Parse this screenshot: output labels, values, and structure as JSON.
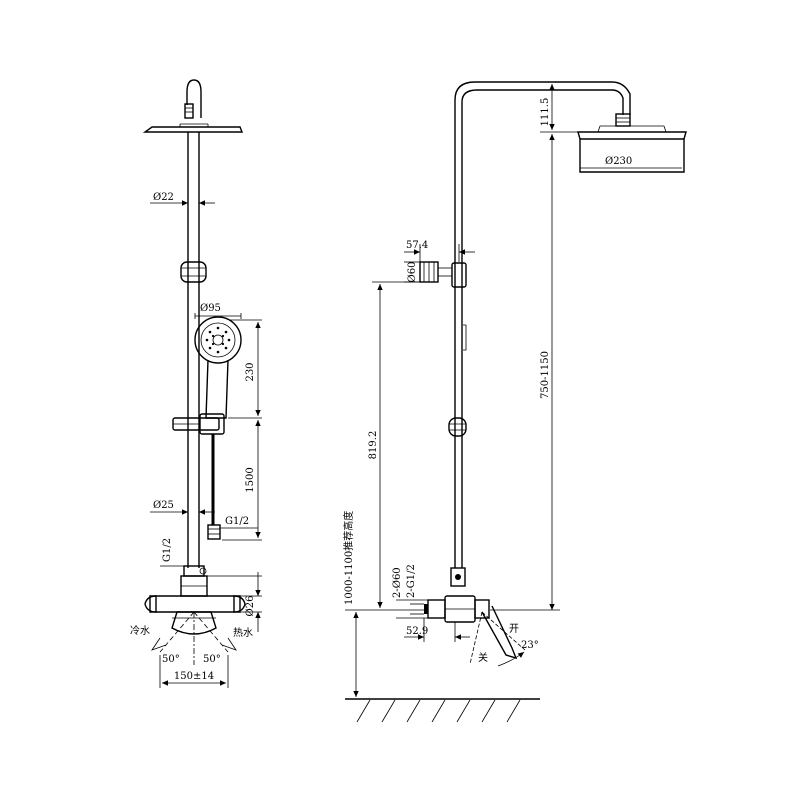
{
  "front_view": {
    "pipe_diameter": "Ø22",
    "hand_shower_diameter": "Ø95",
    "hand_shower_length": "230",
    "hose_length": "1500",
    "bar_diameter": "Ø25",
    "hose_connector": "G1/2",
    "inlet_thread": "G1/2",
    "mixer_body_diameter": "Ø26",
    "cold_water": "冷水",
    "hot_water": "热水",
    "angle_left": "50°",
    "angle_right": "50°",
    "center_distance": "150±14"
  },
  "side_view": {
    "arm_height": "111.5",
    "head_diameter": "Ø230",
    "holder_offset": "57.4",
    "holder_diameter": "Ø60",
    "holder_height": "819.2",
    "adjust_range": "750-1150",
    "install_height": "1000-1100推荐高度",
    "flange_diameter": "2-Ø60",
    "inlet_thread": "2-G1/2",
    "flange_offset": "52.9",
    "open_label": "开",
    "close_label": "关",
    "lever_angle": "23°"
  },
  "colors": {
    "line": "#000000",
    "background": "#ffffff"
  }
}
